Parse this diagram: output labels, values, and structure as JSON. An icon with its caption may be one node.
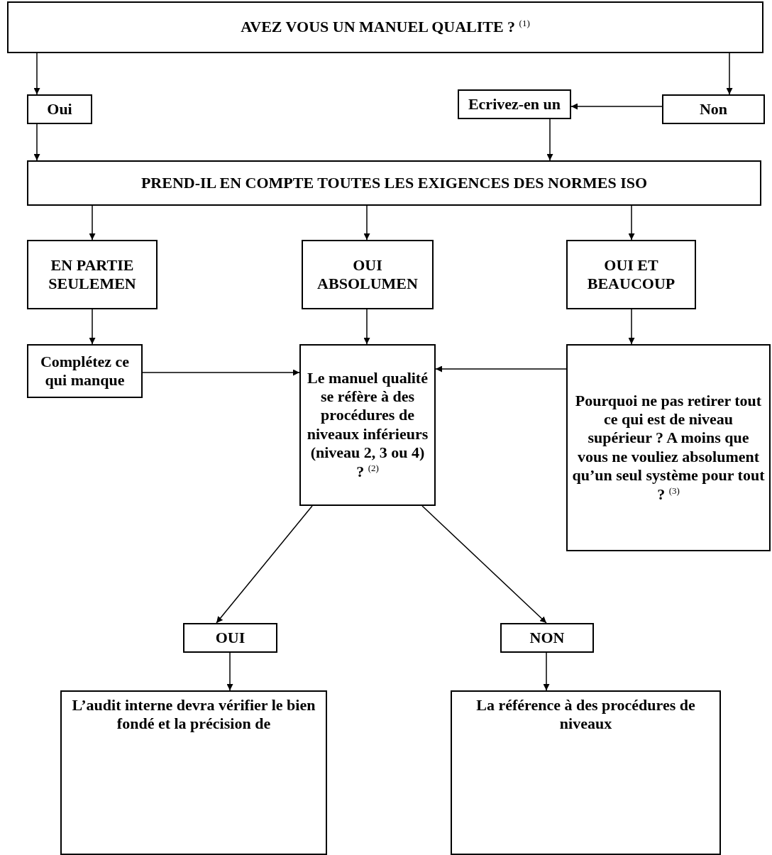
{
  "diagram": {
    "nodes": [
      {
        "text": [
          "AVEZ VOUS UN MANUEL QUALITE ? $^{(1)}$"
        ]
      },
      {
        "text": [
          "Oui"
        ]
      },
      {
        "text": [
          "Ecrivez-en un"
        ]
      },
      {
        "text": [
          "Non"
        ]
      },
      {
        "text": [
          "PREND-IL EN COMPTE TOUTES LES EXIGENCES DES NORMES ISO"
        ]
      },
      {
        "text": [
          "EN PARTIE SEULEMEN"
        ]
      },
      {
        "text": [
          "OUI ABSOLUMEN"
        ]
      },
      {
        "text": [
          "OUI ET BEAUCOUP"
        ]
      },
      {
        "text": [
          "Complétez ce qui manque"
        ]
      },
      {
        "text": [
          "Le manuel qualité se réfère à des procédures de niveaux inférieurs (niveau 2, 3 ou 4) ? $^{(2)}$"
        ]
      },
      {
        "text": [
          "Pourquoi ne pas retirer tout ce qui est de niveau supérieur ? A moins que vous ne vouliez absolument qu’un seul système pour tout ? $^{(3)}$"
        ]
      },
      {
        "text": [
          "OUI"
        ]
      },
      {
        "text": [
          "NON"
        ]
      },
      {
        "text": [
          "L’audit interne devra vérifier le bien fondé et la précision de"
        ]
      },
      {
        "text": [
          "La référence à des procédures de niveaux"
        ]
      }
    ],
    "edges": [
      {
        "from": 0,
        "to": 1,
        "arrow": "to"
      },
      {
        "from": 0,
        "to": 3,
        "arrow": "to"
      },
      {
        "from": 3,
        "to": 2,
        "arrow": "to"
      },
      {
        "from": 1,
        "to": 4,
        "arrow": "to"
      },
      {
        "from": 2,
        "to": 4,
        "arrow": "to"
      },
      {
        "from": 4,
        "to": 5,
        "arrow": "to"
      },
      {
        "from": 4,
        "to": 6,
        "arrow": "to"
      },
      {
        "from": 4,
        "to": 7,
        "arrow": "to"
      },
      {
        "from": 5,
        "to": 8,
        "arrow": "to"
      },
      {
        "from": 6,
        "to": 9,
        "arrow": "to"
      },
      {
        "from": 7,
        "to": 10,
        "arrow": "to"
      },
      {
        "from": 8,
        "to": 9,
        "arrow": "to"
      },
      {
        "from": 10,
        "to": 9,
        "arrow": "to"
      },
      {
        "from": 9,
        "to": 11,
        "arrow": "to"
      },
      {
        "from": 9,
        "to": 12,
        "arrow": "to"
      },
      {
        "from": 11,
        "to": 13,
        "arrow": "to"
      },
      {
        "from": 12,
        "to": 14,
        "arrow": "to"
      }
    ]
  }
}
